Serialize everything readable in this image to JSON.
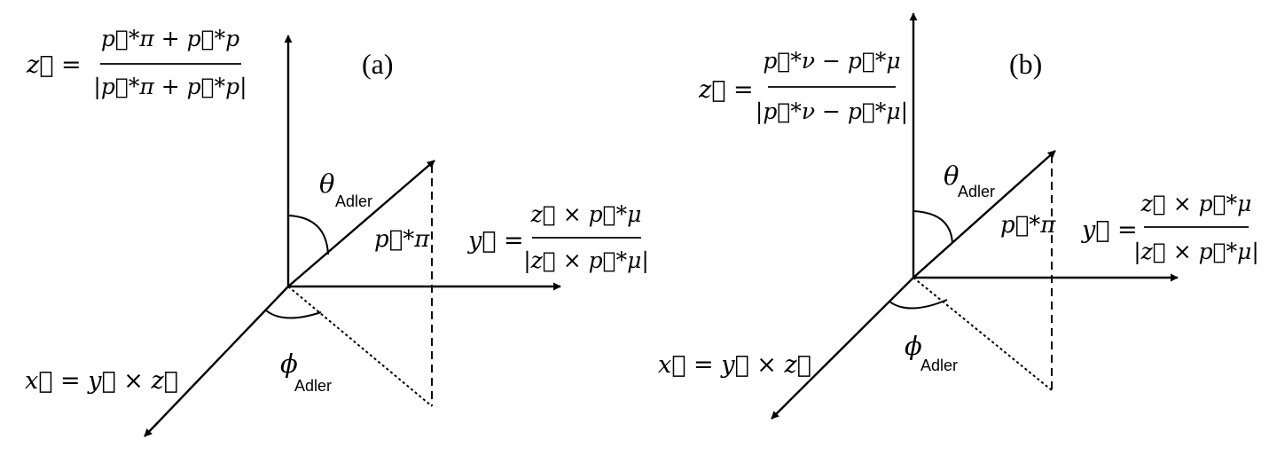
{
  "panels": [
    {
      "tag": "(a)",
      "z_def": {
        "lhs": "z⃗ =",
        "num": "p⃗*π + p⃗*p",
        "den": "|p⃗*π + p⃗*p|"
      },
      "y_def": {
        "lhs": "y⃗ =",
        "num": "z⃗ × p⃗*μ",
        "den": "|z⃗ × p⃗*μ|"
      },
      "x_def": "x⃗ = y⃗ × z⃗",
      "theta": {
        "sym": "θ",
        "sub": "Adler"
      },
      "phi": {
        "sym": "ϕ",
        "sub": "Adler"
      },
      "pion": "p⃗*π"
    },
    {
      "tag": "(b)",
      "z_def": {
        "lhs": "z⃗ =",
        "num": "p⃗*ν − p⃗*μ",
        "den": "|p⃗*ν − p⃗*μ|"
      },
      "y_def": {
        "lhs": "y⃗ =",
        "num": "z⃗ × p⃗*μ",
        "den": "|z⃗ × p⃗*μ|"
      },
      "x_def": "x⃗ = y⃗ × z⃗",
      "theta": {
        "sym": "θ",
        "sub": "Adler"
      },
      "phi": {
        "sym": "ϕ",
        "sub": "Adler"
      },
      "pion": "p⃗*π"
    }
  ]
}
